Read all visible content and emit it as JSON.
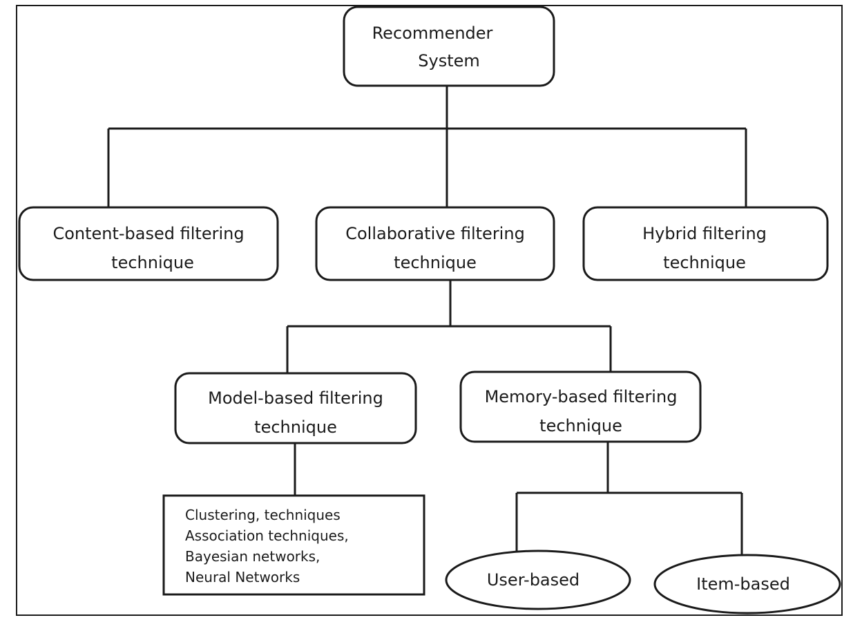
{
  "diagram": {
    "root": {
      "line1": "Recommender",
      "line2": "System"
    },
    "content_based": {
      "line1": "Content-based filtering",
      "line2": "technique"
    },
    "collaborative": {
      "line1": "Collaborative filtering",
      "line2": "technique"
    },
    "hybrid": {
      "line1": "Hybrid filtering",
      "line2": "technique"
    },
    "model_based": {
      "line1": "Model-based filtering",
      "line2": "technique"
    },
    "memory_based": {
      "line1": "Memory-based filtering",
      "line2": "technique"
    },
    "model_examples": [
      "Clustering, techniques",
      "Association techniques,",
      "Bayesian networks,",
      "Neural Networks"
    ],
    "user_based": "User-based",
    "item_based": "Item-based"
  },
  "colors": {
    "stroke": "#1a1a1a",
    "text": "#1a1a1a",
    "background": "#ffffff"
  }
}
